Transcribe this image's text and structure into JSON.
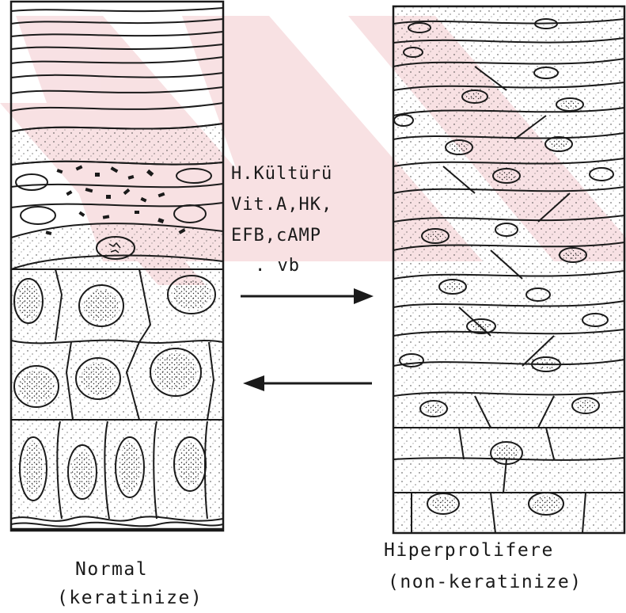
{
  "treatment_label": {
    "lines": [
      "H.Kültürü",
      "Vit.A,HK,",
      "EFB,cAMP",
      ". vb"
    ]
  },
  "panels": {
    "left": {
      "caption_line1": "Normal",
      "caption_line2": "(keratinize)"
    },
    "right": {
      "caption_line1": "Hiperprolifere",
      "caption_line2": "(non-keratinize)"
    }
  },
  "colors": {
    "ink": "#1a1a1a",
    "watermark": "#f3c9cd",
    "paper": "#ffffff"
  },
  "icons": {
    "forward": "arrow-right-icon",
    "backward": "arrow-left-icon"
  }
}
